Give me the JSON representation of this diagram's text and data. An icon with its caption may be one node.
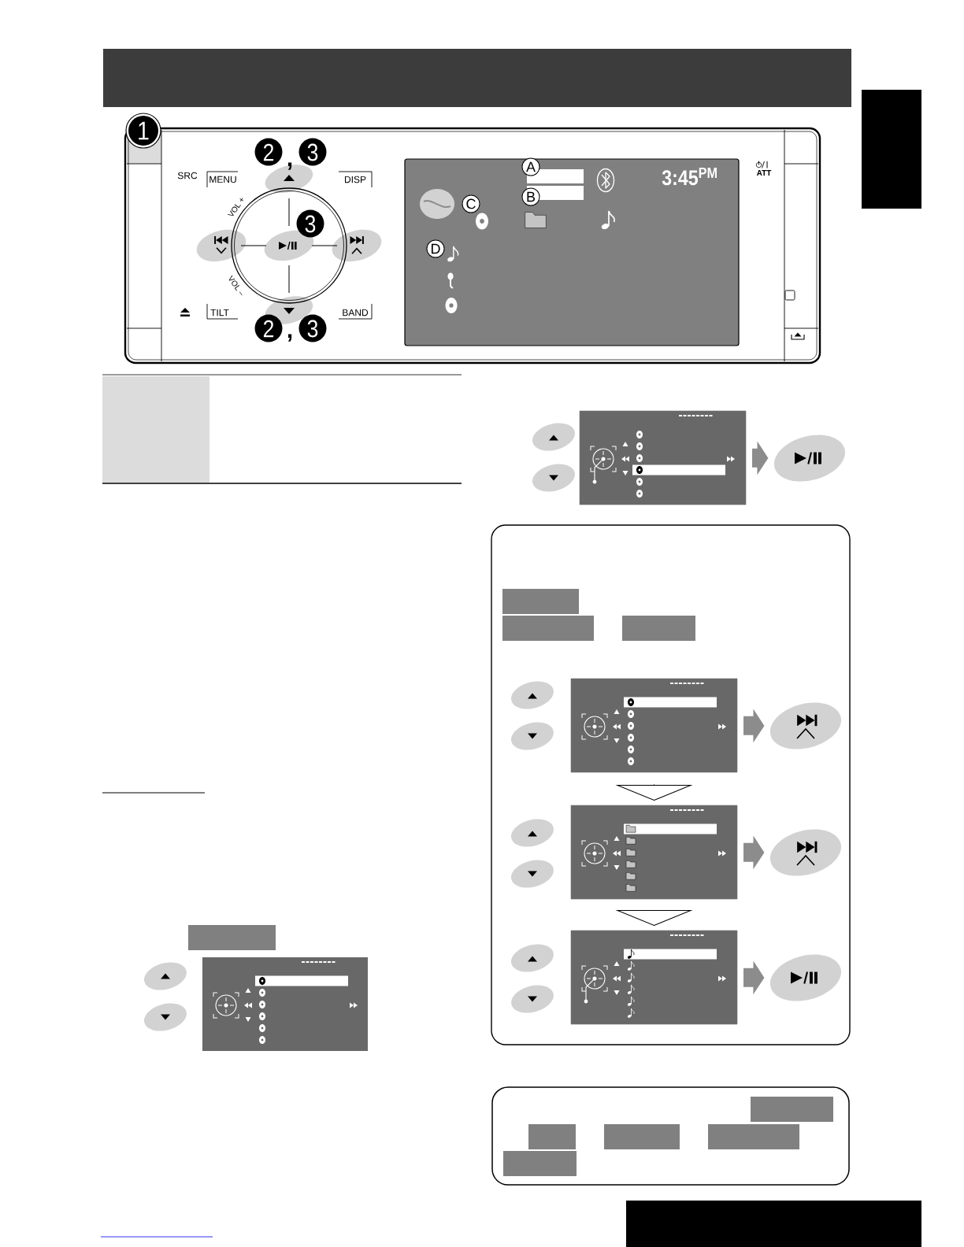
{
  "diagram": {
    "nodes": [
      {
        "text": [],
        "shape": "box"
      },
      {
        "text": [],
        "shape": "box"
      },
      {
        "text": [],
        "shape": "box"
      },
      {
        "text": [],
        "shape": "circle"
      },
      {
        "text": [],
        "shape": "box"
      },
      {
        "text": [],
        "shape": "box",
        "in": 4
      },
      {
        "text": [],
        "shape": "box",
        "in": 4
      },
      {
        "text": [],
        "shape": "box",
        "in": 4
      },
      {
        "text": [],
        "shape": "box",
        "in": 4
      },
      {
        "text": [],
        "shape": "circle",
        "in": 4
      },
      {
        "text": [],
        "shape": "box",
        "in": 4
      },
      {
        "text": [],
        "shape": "circle",
        "in": 4
      },
      {
        "text": [],
        "shape": "box",
        "in": 4
      },
      {
        "text": [],
        "shape": "circle",
        "in": 4
      },
      {
        "text": [],
        "shape": "box"
      },
      {
        "text": [],
        "shape": "box"
      },
      {
        "text": [],
        "shape": "box",
        "in": 15
      },
      {
        "text": [],
        "shape": "box",
        "in": 15
      },
      {
        "text": [],
        "shape": "box",
        "in": 15
      },
      {
        "text": [],
        "shape": "box",
        "in": 15
      },
      {
        "text": [],
        "shape": "box",
        "in": 15
      }
    ],
    "edges": [
      {
        "from": 2,
        "to": 3,
        "arrow": "to"
      },
      {
        "from": 8,
        "to": 9,
        "arrow": "to"
      },
      {
        "from": 8,
        "to": 10,
        "arrow": "to",
        "color": "#ffffff"
      },
      {
        "from": 10,
        "to": 11,
        "arrow": "to"
      },
      {
        "from": 10,
        "to": 12,
        "arrow": "to",
        "color": "#ffffff"
      },
      {
        "from": 12,
        "to": 13,
        "arrow": "to"
      }
    ],
    "labels": [
      "1",
      "2",
      ",",
      "3",
      "SRC",
      "MENU",
      "DISP",
      "VOL +",
      "3",
      "VOL –",
      "TILT",
      "BAND",
      "2",
      ",",
      "3",
      "A",
      "B",
      "C",
      "D",
      "3:45$^{PM}$",
      "ATT"
    ]
  }
}
